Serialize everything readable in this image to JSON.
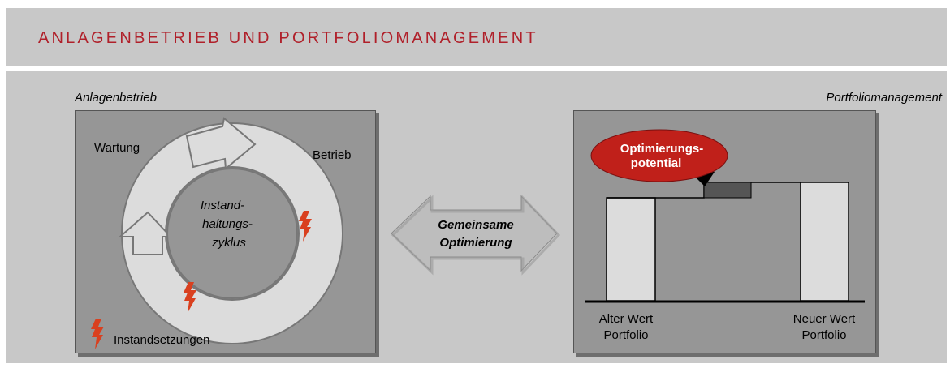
{
  "header": {
    "title": "ANLAGENBETRIEB UND PORTFOLIOMANAGEMENT"
  },
  "left": {
    "title": "Anlagenbetrieb",
    "label_wartung": "Wartung",
    "label_betrieb": "Betrieb",
    "center_line1": "Instand-",
    "center_line2": "haltungs-",
    "center_line3": "zyklus",
    "legend": "Instandsetzungen"
  },
  "middle": {
    "line1": "Gemeinsame",
    "line2": "Optimierung"
  },
  "right": {
    "title": "Portfoliomanagement",
    "callout_line1": "Optimierungs-",
    "callout_line2": "potential",
    "old_line1": "Alter Wert",
    "old_line2": "Portfolio",
    "new_line1": "Neuer Wert",
    "new_line2": "Portfolio"
  },
  "colors": {
    "accent_red": "#b0202a",
    "lightning": "#d9401f",
    "callout": "#c0201a"
  },
  "icons": [
    "cycle-arrow-icon",
    "lightning-icon",
    "double-arrow-icon"
  ]
}
